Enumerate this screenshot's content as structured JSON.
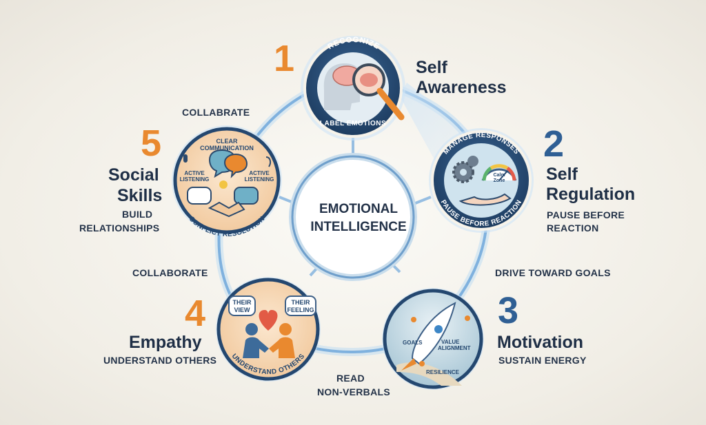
{
  "center": {
    "line1": "EMOTIONAL",
    "line2": "INTELLIGENCE"
  },
  "pillars": [
    {
      "number": "1",
      "title_line1": "Self",
      "title_line2": "Awareness",
      "ring_top": "RECOGNIZE",
      "ring_bottom": "LABEL EMOTIONS",
      "icon": "brain-magnifier-icon"
    },
    {
      "number": "2",
      "title_line1": "Self",
      "title_line2": "Regulation",
      "subtitle_line1": "PAUSE BEFORE",
      "subtitle_line2": "REACTION",
      "ring_top": "MANAGE RESPONSES",
      "ring_bottom": "PAUSE BEFORE REACTION",
      "gauge_label_line1": "Calm",
      "gauge_label_line2": "Zone",
      "icon": "gears-gauge-hand-icon"
    },
    {
      "number": "3",
      "title": "Motivation",
      "subtitle": "SUSTAIN ENERGY",
      "tag_goals": "GOALS",
      "tag_value_line1": "VALUE",
      "tag_value_line2": "ALIGNMENT",
      "tag_resilience": "RESILIENCE",
      "icon": "rocket-icon"
    },
    {
      "number": "4",
      "title": "Empathy",
      "subtitle": "UNDERSTAND OTHERS",
      "bubble_left_line1": "THEIR",
      "bubble_left_line2": "VIEW",
      "bubble_right_line1": "THEIR",
      "bubble_right_line2": "FEELING",
      "ring_bottom": "UNDERSTAND OTHERS",
      "icon": "heart-people-icon"
    },
    {
      "number": "5",
      "title_line1": "Social",
      "title_line2": "Skills",
      "subtitle_line1": "BUILD",
      "subtitle_line2": "RELATIONSHIPS",
      "top_line1": "CLEAR",
      "top_line2": "COMMUNICATION",
      "left_line1": "ACTIVE",
      "left_line2": "LISTENING",
      "right_line1": "ACTIVE",
      "right_line2": "LISTENING",
      "ring_bottom": "CONFLICT RESOLUTION",
      "icon": "speech-handshake-icon"
    }
  ],
  "connectors": {
    "collaborate_top": "COLLABRATE",
    "collaborate_left": "COLLABORATE",
    "drive": "DRIVE TOWARD GOALS",
    "read_line1": "READ",
    "read_line2": "NON-VERBALS"
  },
  "colors": {
    "navy": "#24476f",
    "orange": "#e9892f",
    "ring_glow": "#9cc6ea",
    "text": "#1f2f46"
  }
}
